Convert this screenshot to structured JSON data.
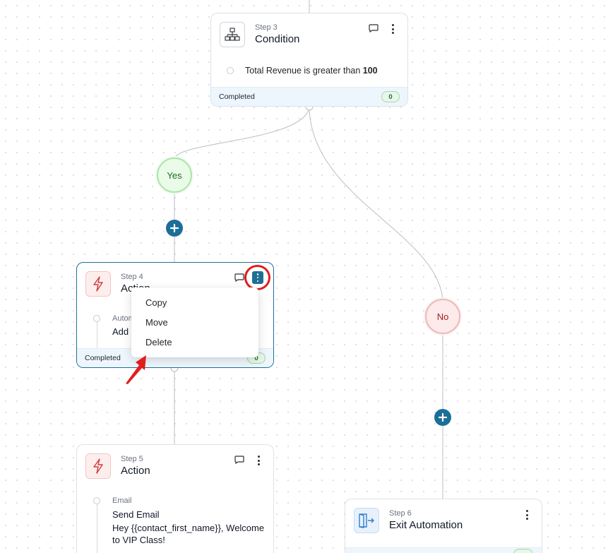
{
  "colors": {
    "accent": "#1b6e97",
    "yes_green": "#a8e6a5",
    "no_red": "#f0b6b6",
    "highlight": "#e11d1d"
  },
  "step3": {
    "step_num": "Step 3",
    "title": "Condition",
    "icon": "org-chart-icon",
    "condition_prefix": "Total Revenue is greater than ",
    "condition_value": "100",
    "status": "Completed",
    "count": "0"
  },
  "branches": {
    "yes": "Yes",
    "no": "No"
  },
  "step4": {
    "step_num": "Step 4",
    "title": "Action",
    "icon": "lightning-icon",
    "detail_label": "Autom",
    "detail_main": "Add",
    "status": "Completed",
    "count": "0"
  },
  "context_menu": {
    "items": [
      "Copy",
      "Move",
      "Delete"
    ]
  },
  "step5": {
    "step_num": "Step 5",
    "title": "Action",
    "icon": "lightning-icon",
    "detail_label": "Email",
    "detail_main": "Send Email",
    "detail_body": "Hey {{contact_first_name}}, Welcome to VIP Class!"
  },
  "step6": {
    "step_num": "Step 6",
    "title": "Exit Automation",
    "icon": "exit-door-icon"
  }
}
